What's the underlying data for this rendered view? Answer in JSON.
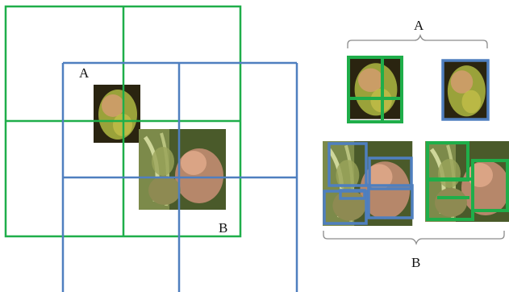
{
  "labels": {
    "left_a": "A",
    "left_b": "B",
    "right_a": "A",
    "right_b": "B"
  },
  "colors": {
    "green_grid": "#1fae4a",
    "blue_grid": "#4f7fbf",
    "brace": "#8c8c8c"
  }
}
